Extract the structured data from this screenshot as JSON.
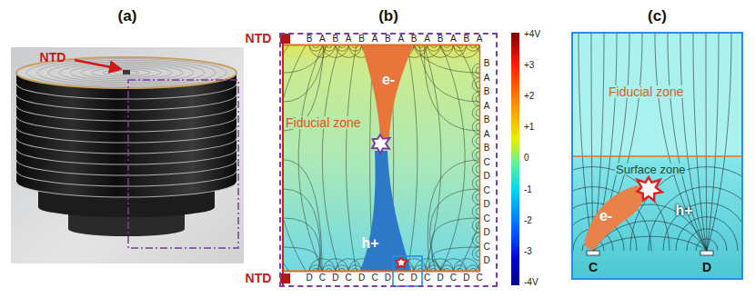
{
  "diagram": {
    "nodes": [
      {
        "text": [
          "(a)"
        ]
      },
      {
        "text": [
          "(b)"
        ]
      },
      {
        "text": [
          "(c)"
        ]
      }
    ],
    "labels": [
      "NTD",
      "NTD",
      "NTD",
      "B",
      "A",
      "B",
      "A",
      "B",
      "A",
      "B",
      "A",
      "B",
      "A",
      "B",
      "A",
      "B",
      "A",
      "B",
      "A",
      "B",
      "A",
      "B",
      "A",
      "B",
      "C",
      "D",
      "C",
      "D",
      "C",
      "D",
      "C",
      "D",
      "D",
      "C",
      "D",
      "C",
      "D",
      "C",
      "D",
      "C",
      "D",
      "C",
      "D",
      "C",
      "D",
      "C",
      "+4V",
      "+3",
      "+2",
      "+1",
      "0",
      "-1",
      "-2",
      "-3",
      "-4V",
      "Fiducial zone",
      "e-",
      "h+",
      "Fiducial zone",
      "Surface zone",
      "e-",
      "h+",
      "C",
      "D"
    ]
  }
}
